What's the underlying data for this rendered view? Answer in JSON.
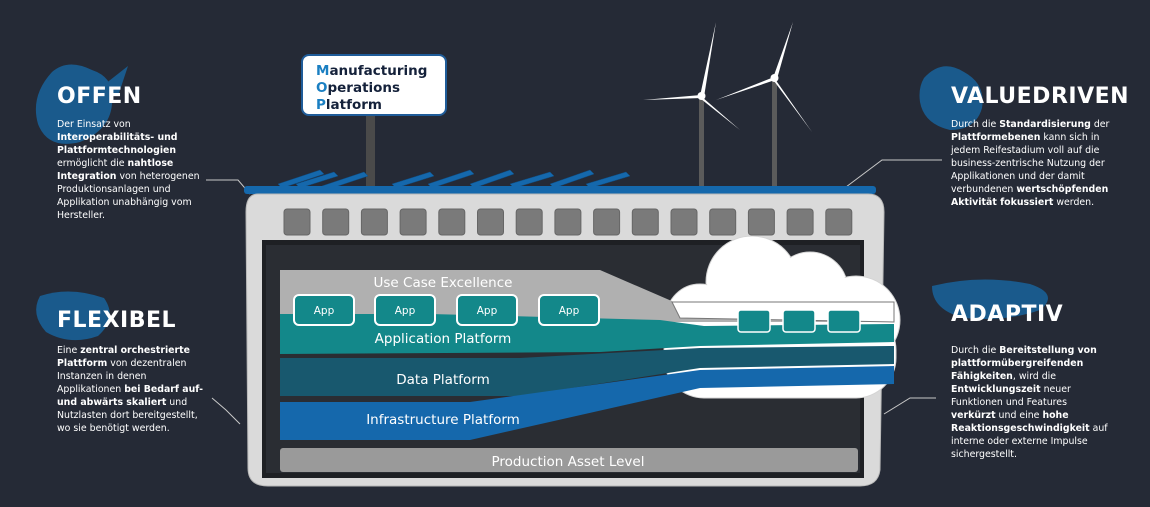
{
  "sign": {
    "line1": {
      "first": "M",
      "rest": "anufacturing"
    },
    "line2": {
      "first": "O",
      "rest": "perations"
    },
    "line3": {
      "first": "P",
      "rest": "latform"
    }
  },
  "layers": {
    "use_case": "Use Case Excellence",
    "application": "Application Platform",
    "data": "Data Platform",
    "infrastructure": "Infrastructure Platform",
    "production": "Production Asset Level",
    "app_label": "App"
  },
  "panels": {
    "offen": {
      "title": "OFFEN",
      "p1": "Der Einsatz von ",
      "b1": "Interoperabilitäts- und Plattformtechnologien",
      "p2": " ermöglicht die ",
      "b2": "nahtlose Integration",
      "p3": " von heterogenen Produktionsanlagen und Applikation unabhängig vom Hersteller."
    },
    "flexibel": {
      "title": "FLEXIBEL",
      "p1": "Eine ",
      "b1": "zentral orchestrierte Plattform",
      "p2": " von dezentralen Instanzen in denen Applikationen ",
      "b2": "bei Bedarf auf- und abwärts skaliert",
      "p3": " und Nutzlasten dort bereitgestellt, wo sie benötigt werden."
    },
    "valuedriven": {
      "title": "VALUEDRIVEN",
      "p1": "Durch die ",
      "b1": "Standardisierung",
      "p2": " der ",
      "b2": "Plattformebenen",
      "p3": " kann sich in jedem Reifestadium voll auf die business-zentrische Nutzung der Applikationen und der damit verbundenen ",
      "b3": "wertschöpfenden Aktivität fokussiert",
      "p4": " werden."
    },
    "adaptiv": {
      "title": "ADAPTIV",
      "p1": "Durch die ",
      "b1": "Bereitstellung von plattformübergreifenden Fähigkeiten",
      "p2": ", wird die ",
      "b2": "Entwicklungszeit",
      "p3": " neuer Funktionen und Features ",
      "b3": "verkürzt",
      "p4": " und eine ",
      "b4": "hohe Reaktionsgeschwindigkeit",
      "p5": " auf interne oder externe Impulse sichergestellt."
    }
  },
  "colors": {
    "background": "#252a36",
    "blob": "#1a5a8c",
    "use_case": "#b0b0b0",
    "application": "#13888a",
    "data": "#18586e",
    "infrastructure": "#1568ac",
    "production": "#9a9a9a",
    "app_box": "#13888a"
  },
  "icons": {
    "roof": "solar-panel-icon",
    "turbine": "wind-turbine-icon",
    "cloud": "cloud-icon"
  }
}
